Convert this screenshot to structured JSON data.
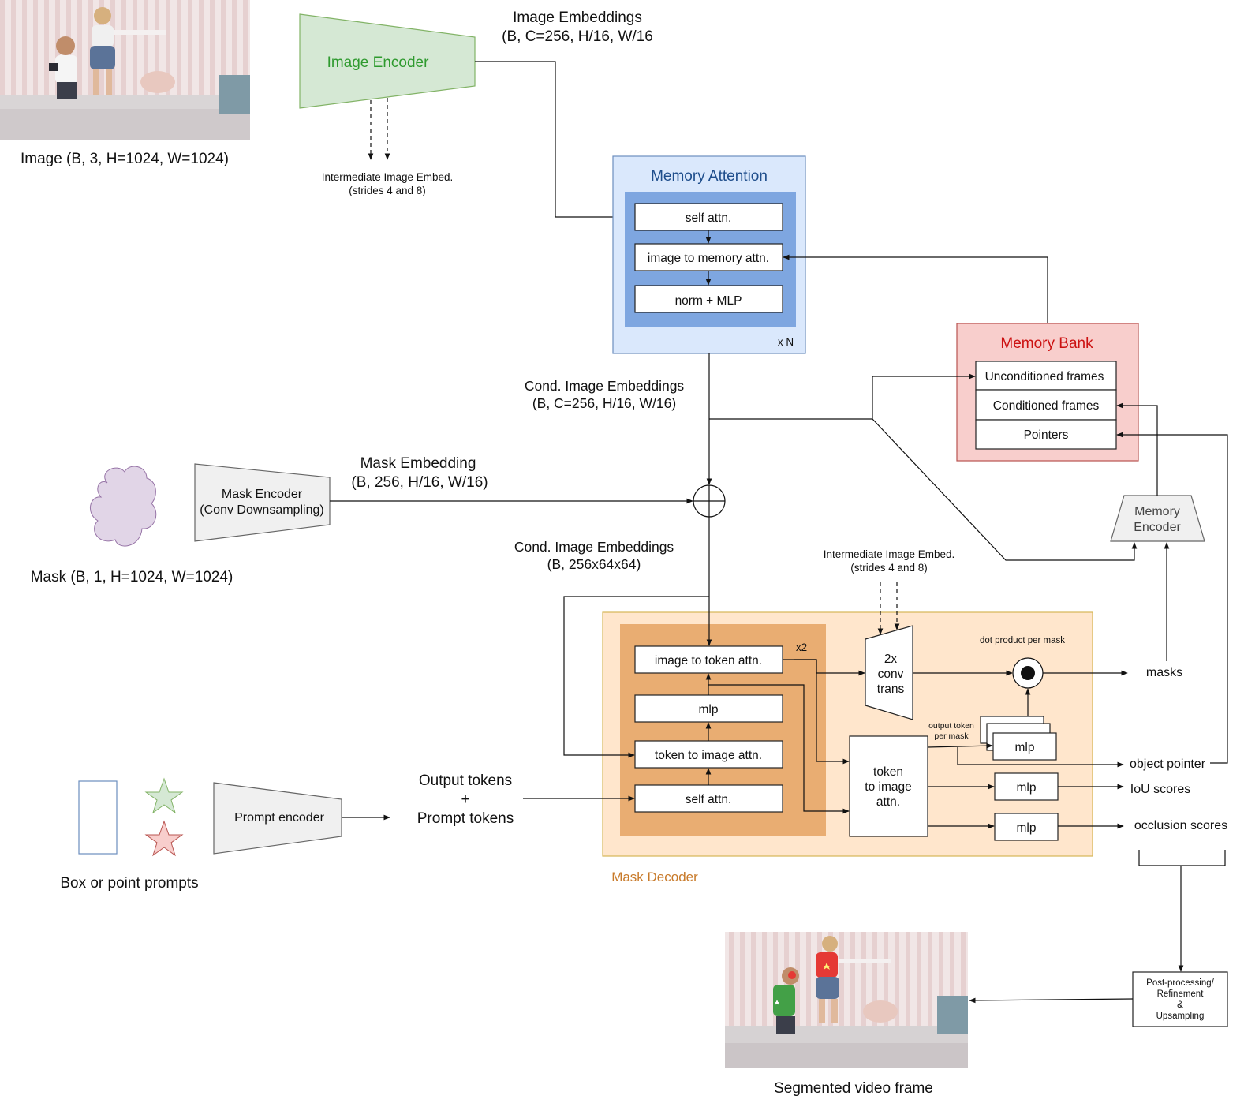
{
  "input_image": {
    "caption": "Image (B, 3, H=1024, W=1024)",
    "photo": "photo-children-jumping-on-bed"
  },
  "image_encoder": {
    "label": "Image Encoder",
    "embeddings_label": "Image Embeddings",
    "embeddings_shape": "(B, C=256, H/16, W/16",
    "intermediate_label": "Intermediate Image Embed.",
    "intermediate_strides": "(strides 4 and 8)"
  },
  "memory_attention": {
    "title": "Memory Attention",
    "blocks": [
      "self attn.",
      "image to memory attn.",
      "norm + MLP"
    ],
    "repeat": "x N"
  },
  "memory_bank": {
    "title": "Memory Bank",
    "items": [
      "Unconditioned frames",
      "Conditioned frames",
      "Pointers"
    ]
  },
  "memory_encoder": {
    "label": "Memory Encoder"
  },
  "cond_embeddings_1": {
    "label": "Cond. Image Embeddings",
    "shape": "(B, C=256, H/16, W/16)"
  },
  "mask_input": {
    "caption": "Mask (B, 1, H=1024, W=1024)",
    "encoder_label": "Mask Encoder",
    "encoder_sub": "(Conv Downsampling)",
    "embedding_label": "Mask Embedding",
    "embedding_shape": "(B, 256, H/16, W/16)"
  },
  "cond_embeddings_2": {
    "label": "Cond. Image Embeddings",
    "shape": "(B, 256x64x64)"
  },
  "prompts": {
    "caption": "Box or point prompts",
    "encoder_label": "Prompt encoder",
    "tokens_line1": "Output tokens",
    "tokens_line2": "+",
    "tokens_line3": "Prompt tokens"
  },
  "mask_decoder": {
    "title": "Mask Decoder",
    "blocks": [
      "image to token attn.",
      "mlp",
      "token to image attn.",
      "self attn."
    ],
    "repeat": "x2",
    "intermediate_label": "Intermediate Image Embed.",
    "intermediate_strides": "(strides 4 and 8)",
    "conv_trans": [
      "2x",
      "conv",
      "trans"
    ],
    "dot_product": "dot product per mask",
    "output_token_label": [
      "output token",
      "per mask"
    ],
    "token_to_image": [
      "token",
      "to image",
      "attn."
    ],
    "mlp_label": "mlp"
  },
  "outputs": {
    "masks": "masks",
    "object_pointer": "object pointer",
    "iou_scores": "IoU scores",
    "occlusion_scores": "occlusion scores"
  },
  "post_processing": {
    "lines": [
      "Post-processing/",
      "Refinement",
      "&",
      "Upsampling"
    ]
  },
  "segmented": {
    "caption": "Segmented video frame",
    "photo": "photo-segmented-children"
  },
  "colors": {
    "encoder_green": "#d5e8d4",
    "encoder_green_text": "#2e9a2e",
    "memory_attention_bg": "#dae8fc",
    "memory_attention_inner": "#7ea6e0",
    "memory_attention_title": "#1f4e8c",
    "memory_bank_bg": "#f8cecc",
    "memory_bank_title": "#cc1111",
    "mask_decoder_bg": "#ffe6cc",
    "mask_decoder_inner": "#e9ad72",
    "mask_decoder_title": "#c87a2a",
    "mask_cloud": "#e1d5e7"
  }
}
